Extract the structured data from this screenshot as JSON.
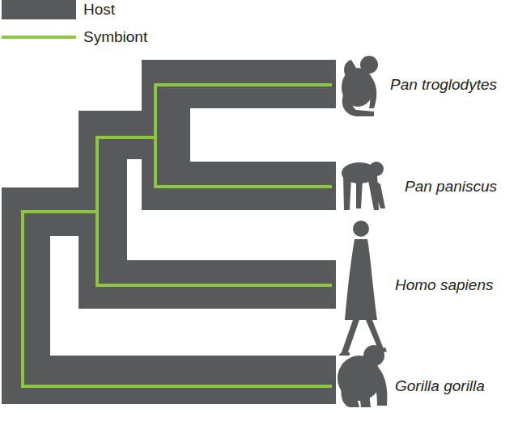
{
  "diagram": {
    "labels": [
      "Pan troglodytes",
      "Pan paniscus",
      "Homo sapiens",
      "Gorilla gorilla"
    ],
    "legend": [
      {
        "text": "Host",
        "color": "#58595b"
      },
      {
        "text": "Symbiont"
      }
    ]
  }
}
